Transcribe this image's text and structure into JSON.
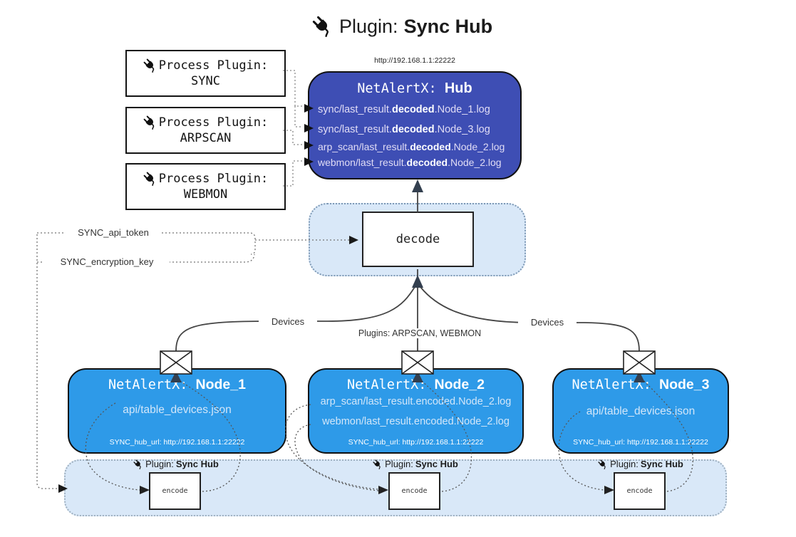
{
  "title": {
    "prefix": "Plugin: ",
    "name": "Sync Hub"
  },
  "hub": {
    "url": "http://192.168.1.1:22222",
    "name_mono": "NetAlertX:",
    "name_bold": "Hub",
    "logs": [
      {
        "prefix": "sync/last_result.",
        "bold": "decoded",
        "suffix": ".Node_1.log"
      },
      {
        "prefix": "sync/last_result.",
        "bold": "decoded",
        "suffix": ".Node_3.log"
      },
      {
        "prefix": "arp_scan/last_result.",
        "bold": "decoded",
        "suffix": ".Node_2.log"
      },
      {
        "prefix": "webmon/last_result.",
        "bold": "decoded",
        "suffix": ".Node_2.log"
      }
    ]
  },
  "process_plugins": [
    {
      "label": "Process Plugin:",
      "name": "SYNC"
    },
    {
      "label": "Process Plugin:",
      "name": "ARPSCAN"
    },
    {
      "label": "Process Plugin:",
      "name": "WEBMON"
    }
  ],
  "decode_label": "decode",
  "keys": {
    "api_token": "SYNC_api_token",
    "encryption_key": "SYNC_encryption_key"
  },
  "edge_labels": {
    "devices_left": "Devices",
    "devices_right": "Devices",
    "plugins_middle": "Plugins: ARPSCAN, WEBMON"
  },
  "nodes": [
    {
      "name_mono": "NetAlertX:",
      "name_bold": "Node_1",
      "files": [
        "api/table_devices.json"
      ],
      "hub_url": "SYNC_hub_url: http://192.168.1.1:22222"
    },
    {
      "name_mono": "NetAlertX:",
      "name_bold": "Node_2",
      "files": [
        "arp_scan/last_result.encoded.Node_2.log",
        "webmon/last_result.encoded.Node_2.log"
      ],
      "hub_url": "SYNC_hub_url: http://192.168.1.1:22222"
    },
    {
      "name_mono": "NetAlertX:",
      "name_bold": "Node_3",
      "files": [
        "api/table_devices.json"
      ],
      "hub_url": "SYNC_hub_url: http://192.168.1.1:22222"
    }
  ],
  "encoders": [
    {
      "plugin_prefix": "Plugin: ",
      "plugin_name": "Sync Hub",
      "label": "encode"
    },
    {
      "plugin_prefix": "Plugin: ",
      "plugin_name": "Sync Hub",
      "label": "encode"
    },
    {
      "plugin_prefix": "Plugin: ",
      "plugin_name": "Sync Hub",
      "label": "encode"
    }
  ],
  "colors": {
    "hub_bg": "#3E4EB4",
    "node_bg": "#2E9AE8",
    "panel_bg": "#D9E8F8",
    "arrow_dark": "#333F4F"
  }
}
